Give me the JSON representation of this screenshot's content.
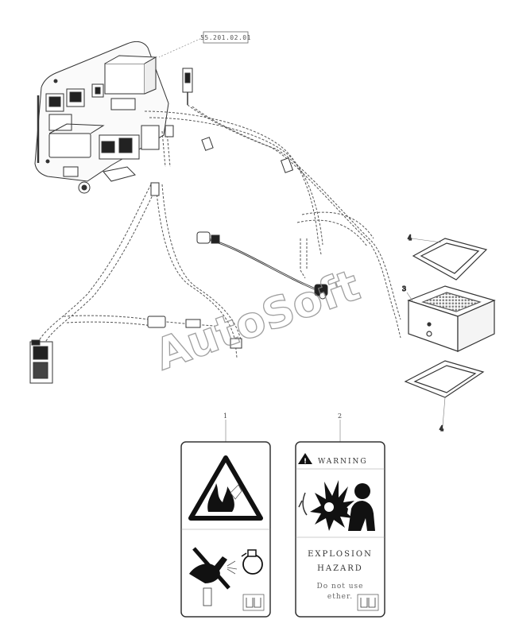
{
  "reference_code": "55.201.02.01",
  "callouts": {
    "label_fire": "1",
    "label_warning": "2",
    "box": "3",
    "gasket_top": "4",
    "gasket_bottom": "4"
  },
  "warning_label": {
    "header": "WARNING",
    "line1": "EXPLOSION",
    "line2": "HAZARD",
    "line3": "Do not use",
    "line4": "ether."
  },
  "watermark": "AutoSoft",
  "colors": {
    "line": "#333333",
    "dash": "#555555",
    "fill": "#111111"
  }
}
